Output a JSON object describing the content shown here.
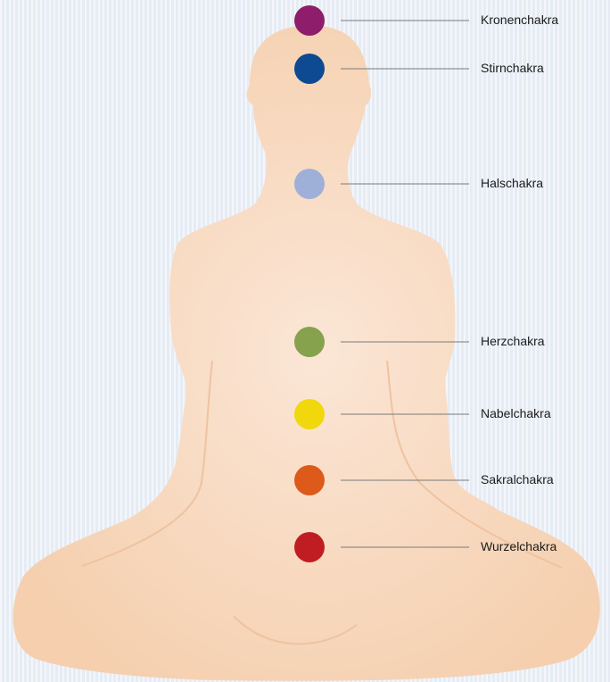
{
  "colors": {
    "body_fill": "#f5cfae",
    "body_highlight": "#fbe6d6",
    "leader_line": "#7a7a7a"
  },
  "chakras": [
    {
      "name": "Kronenchakra",
      "color": "#8e1d6c"
    },
    {
      "name": "Stirnchakra",
      "color": "#0d4a91"
    },
    {
      "name": "Halschakra",
      "color": "#9eb0d8"
    },
    {
      "name": "Herzchakra",
      "color": "#86a24d"
    },
    {
      "name": "Nabelchakra",
      "color": "#f0d80c"
    },
    {
      "name": "Sakralchakra",
      "color": "#dd5a1b"
    },
    {
      "name": "Wurzelchakra",
      "color": "#c01d22"
    }
  ]
}
